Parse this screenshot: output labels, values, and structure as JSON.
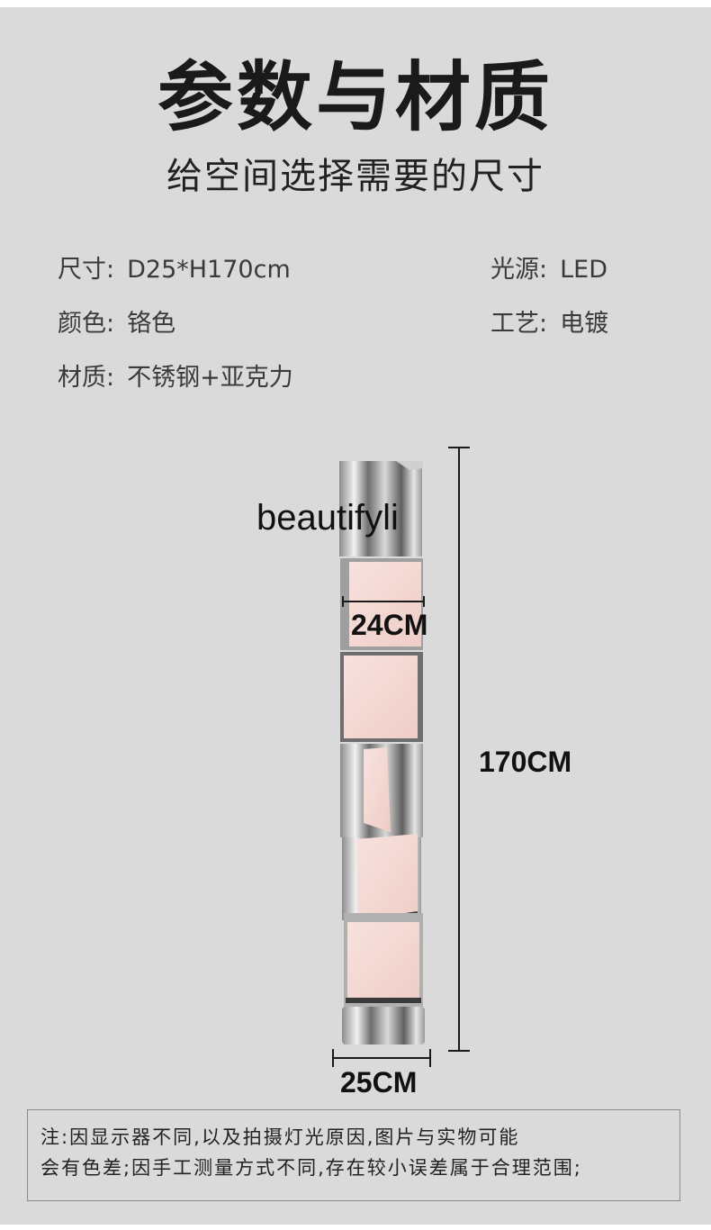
{
  "header": {
    "title": "参数与材质",
    "subtitle": "给空间选择需要的尺寸"
  },
  "specs": {
    "size": {
      "label": "尺寸:",
      "value": "D25*H170cm"
    },
    "light": {
      "label": "光源:",
      "value": "LED"
    },
    "color": {
      "label": "颜色:",
      "value": "铬色"
    },
    "craft": {
      "label": "工艺:",
      "value": "电镀"
    },
    "material": {
      "label": "材质:",
      "value": "不锈钢+亚克力"
    }
  },
  "product": {
    "watermark": "beautifyli",
    "width_label": "24CM",
    "height_label": "170CM",
    "base_label": "25CM"
  },
  "note": {
    "line1": "注:因显示器不同,以及拍摄灯光原因,图片与实物可能",
    "line2": "会有色差;因手工测量方式不同,存在较小误差属于合理范围;"
  },
  "colors": {
    "background": "#dadada",
    "chrome": "#b5b5b5",
    "panel": "#f3d3ce"
  }
}
